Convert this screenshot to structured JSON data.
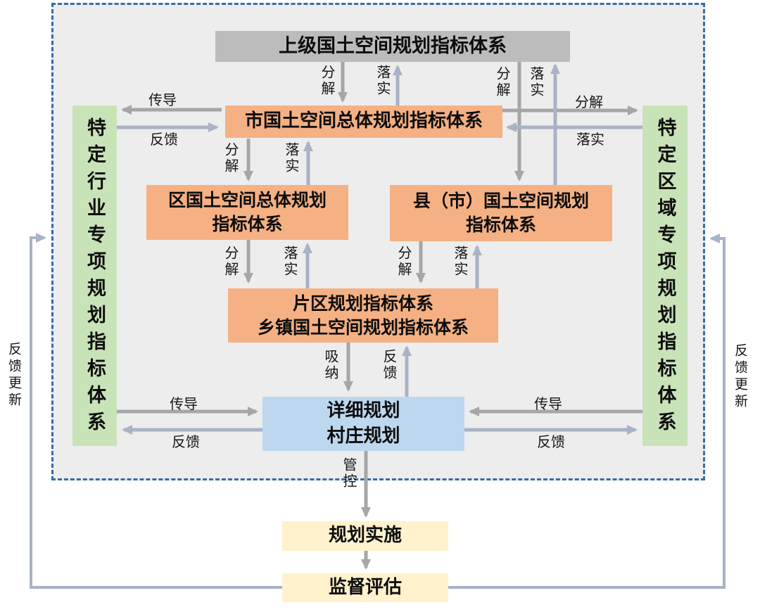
{
  "colors": {
    "orange": "#F5B183",
    "green": "#C9E3B9",
    "blue_box": "#BDD7EE",
    "yellow": "#FFF2CC",
    "gray_box": "#BCBCBC",
    "frame_bg": "#EDEDED",
    "frame_border": "#3A6BA5",
    "arrow_dark": "#A6A6A6",
    "arrow_light": "#A9B2C6"
  },
  "boxes": {
    "superior": "上级国土空间规划指标体系",
    "municipal": "市国土空间总体规划指标体系",
    "district_line1": "区国土空间总体规划",
    "district_line2": "指标体系",
    "county_line1": "县（市）国土空间规划",
    "county_line2": "指标体系",
    "area_line1": "片区规划指标体系",
    "area_line2": "乡镇国土空间规划指标体系",
    "detailed_line1": "详细规划",
    "detailed_line2": "村庄规划",
    "implementation": "规划实施",
    "supervision": "监督评估",
    "industry": "特定行业专项规划指标体系",
    "region": "特定区域专项规划指标体系"
  },
  "terms": {
    "decompose": "分解",
    "implement": "落实",
    "transmit": "传导",
    "feedback": "反馈",
    "absorb": "吸纳",
    "control": "管控",
    "feedback_update": "反馈更新"
  }
}
